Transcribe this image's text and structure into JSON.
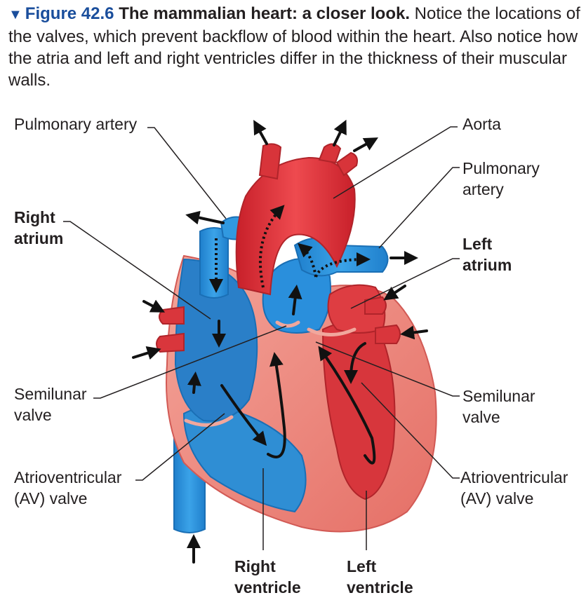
{
  "caption": {
    "figure_label": "Figure 42.6",
    "title": "The mammalian heart: a closer look.",
    "body": "Notice the locations of the valves, which prevent backflow of blood within the heart. Also notice how the atria and left and right ventricles differ in the thickness of their muscular walls."
  },
  "labels": {
    "pulmonary_artery_left": "Pulmonary artery",
    "aorta": "Aorta",
    "pulmonary_artery_right_1": "Pulmonary",
    "pulmonary_artery_right_2": "artery",
    "right_atrium_1": "Right",
    "right_atrium_2": "atrium",
    "left_atrium_1": "Left",
    "left_atrium_2": "atrium",
    "semilunar_left_1": "Semilunar",
    "semilunar_left_2": "valve",
    "semilunar_right_1": "Semilunar",
    "semilunar_right_2": "valve",
    "av_left_1": "Atrioventricular",
    "av_left_2": "(AV) valve",
    "av_right_1": "Atrioventricular",
    "av_right_2": "(AV) valve",
    "right_ventricle_1": "Right",
    "right_ventricle_2": "ventricle",
    "left_ventricle_1": "Left",
    "left_ventricle_2": "ventricle"
  },
  "colors": {
    "caption_accent": "#1a4e9c",
    "oxygen_poor_blood": "#2e8fd6",
    "oxygen_rich_blood": "#e0353b",
    "heart_muscle": "#ef8b80",
    "arrows": "#111111"
  }
}
